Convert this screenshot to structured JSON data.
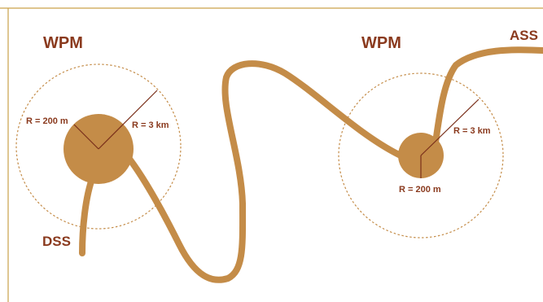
{
  "labels": {
    "wpm_left": "WPM",
    "wpm_right": "WPM",
    "ass": "ASS",
    "dss": "DSS",
    "left_r_small": "R = 200 m",
    "left_r_large": "R = 3 km",
    "right_r_small": "R = 200 m",
    "right_r_large": "R = 3 km"
  },
  "colors": {
    "border": "#c9a24a",
    "river": "#c48c48",
    "circle_fill": "#c48c48",
    "dashed": "#c48c48",
    "radius_line": "#7a2f1a",
    "text": "#8a3a1e"
  }
}
